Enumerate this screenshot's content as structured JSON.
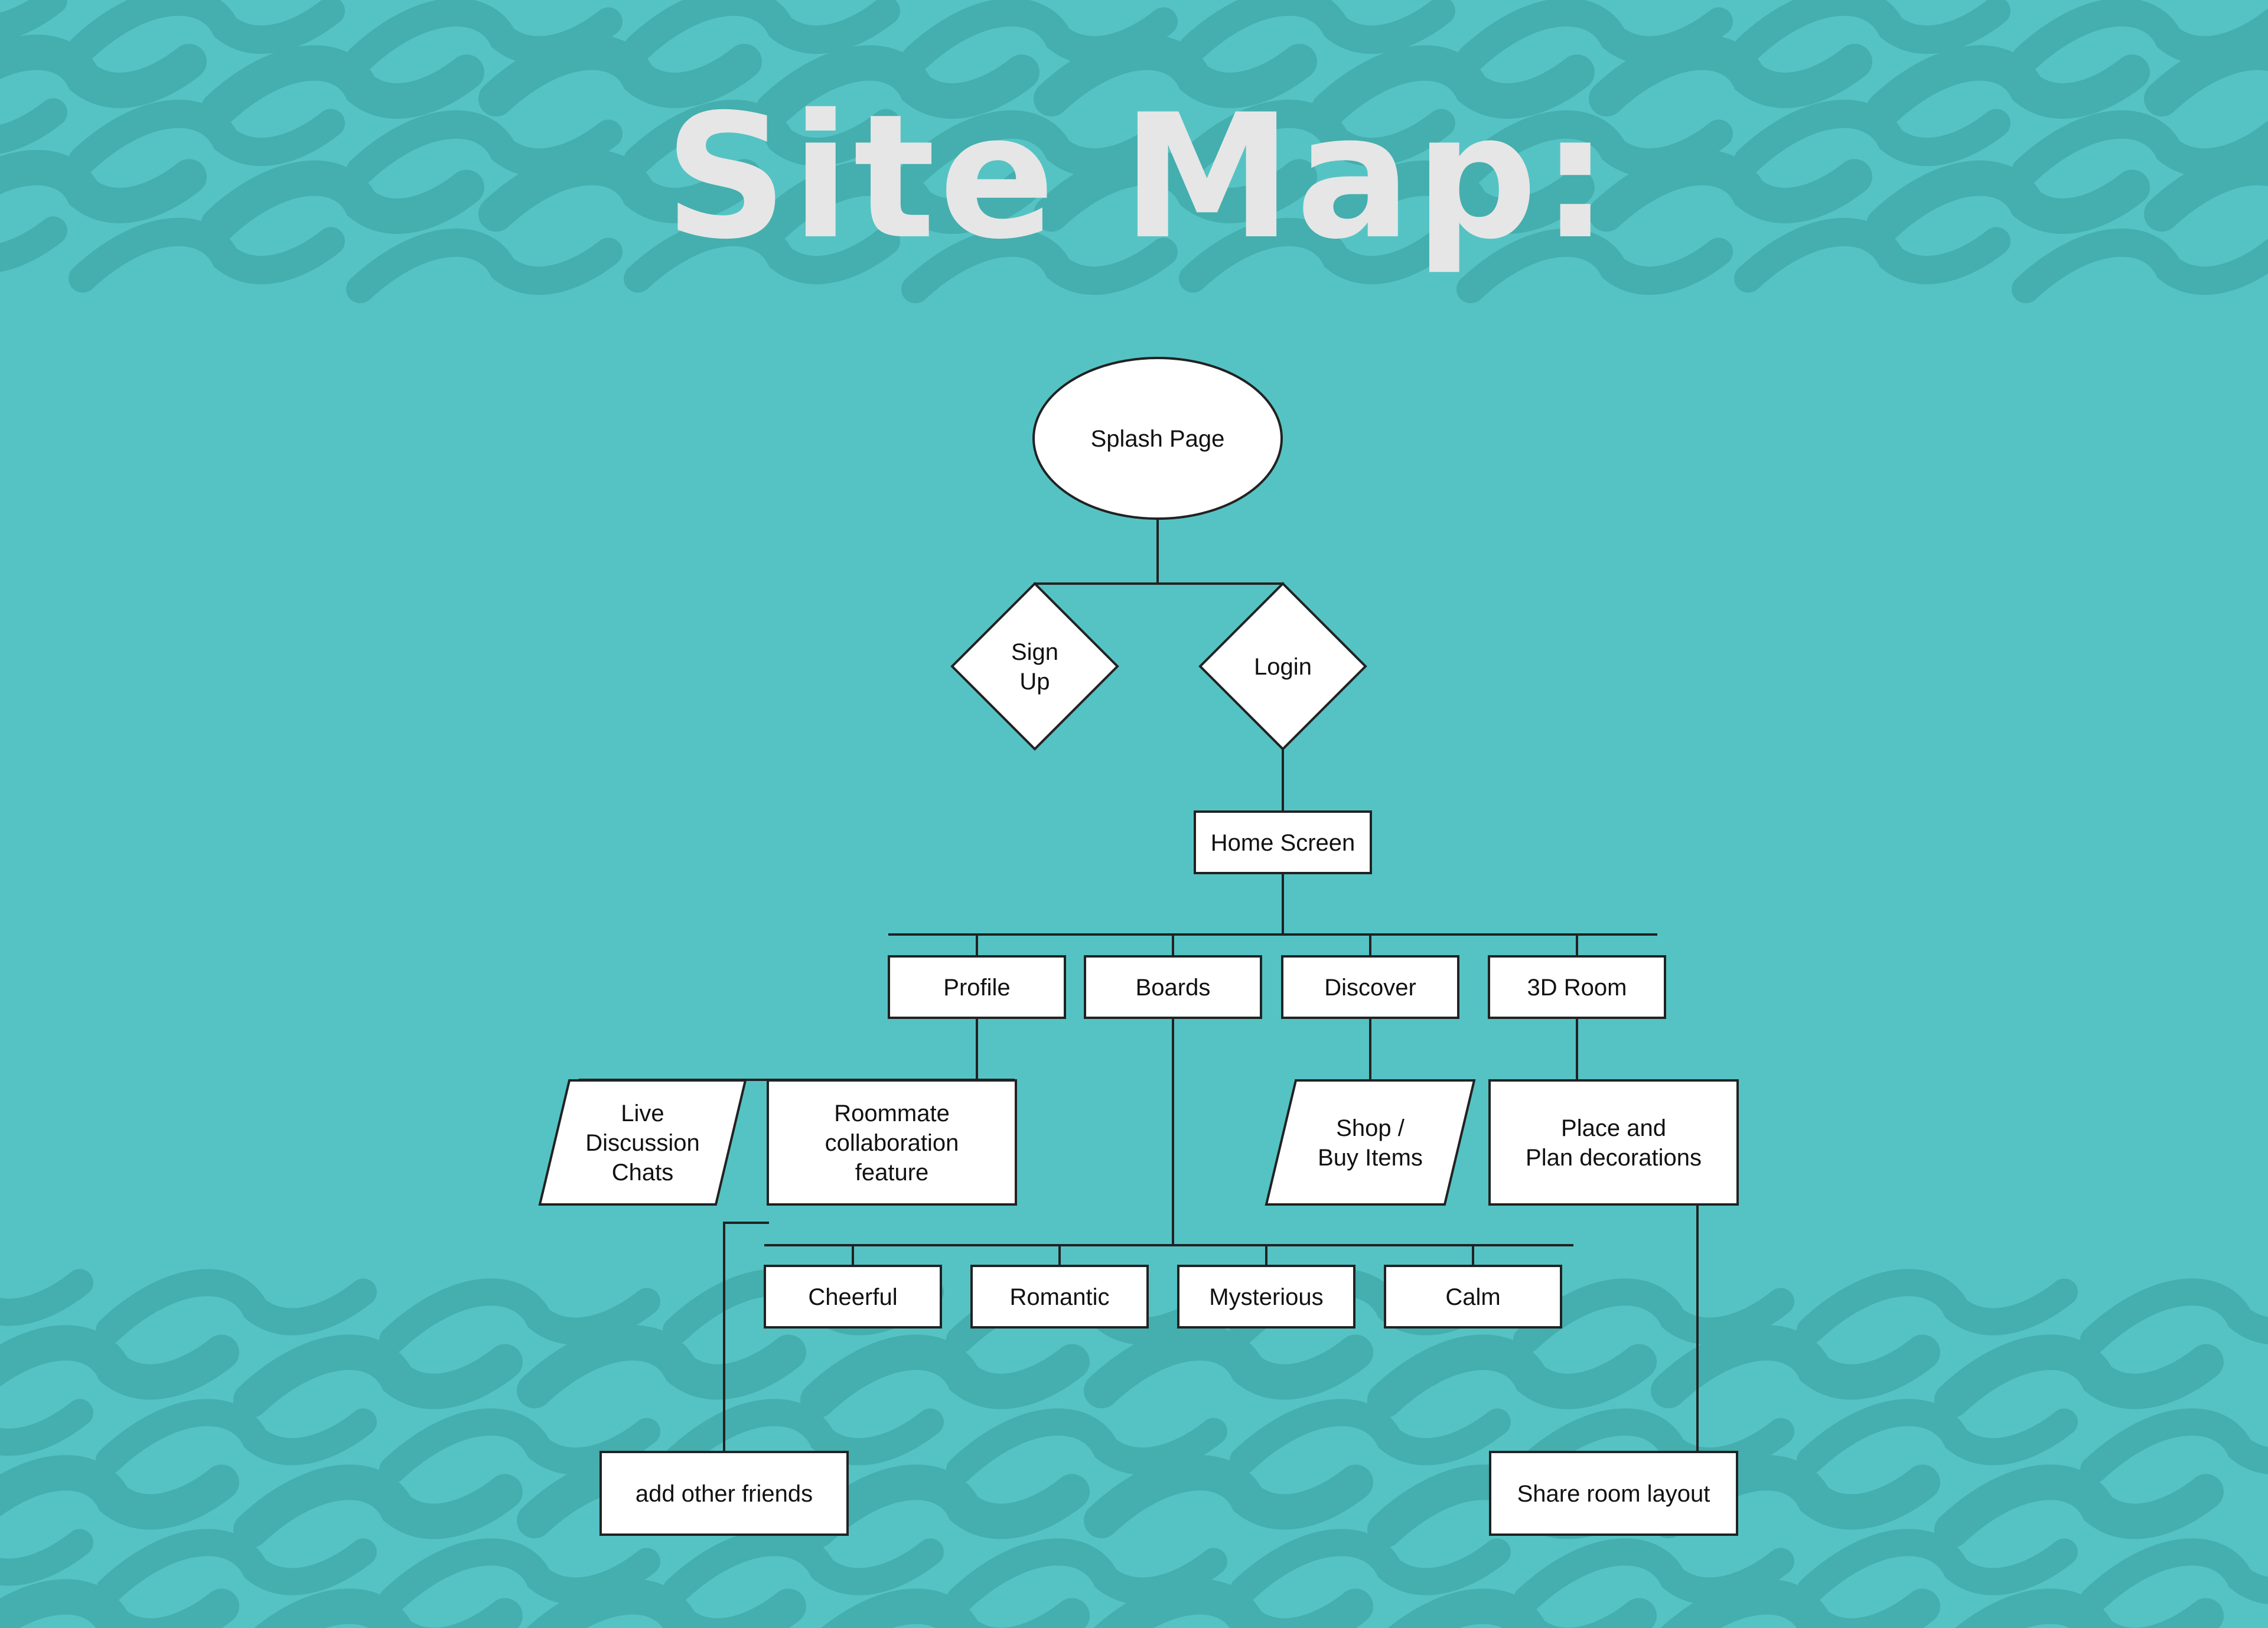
{
  "title": "Site Map:",
  "colors": {
    "background": "#55c3c4",
    "wave": "#45aeae",
    "title": "#e6e6e6",
    "node_fill": "#ffffff",
    "line": "#222222"
  },
  "nodes": {
    "splash": {
      "lines": [
        "Splash Page"
      ],
      "shape": "ellipse"
    },
    "signup": {
      "lines": [
        "Sign",
        "Up"
      ],
      "shape": "diamond"
    },
    "login": {
      "lines": [
        "Login"
      ],
      "shape": "diamond"
    },
    "home": {
      "lines": [
        "Home Screen"
      ],
      "shape": "rect"
    },
    "profile": {
      "lines": [
        "Profile"
      ],
      "shape": "rect"
    },
    "boards": {
      "lines": [
        "Boards"
      ],
      "shape": "rect"
    },
    "discover": {
      "lines": [
        "Discover"
      ],
      "shape": "rect"
    },
    "room3d": {
      "lines": [
        "3D Room"
      ],
      "shape": "rect"
    },
    "live": {
      "lines": [
        "Live",
        "Discussion",
        "Chats"
      ],
      "shape": "parallelogram"
    },
    "roommate": {
      "lines": [
        "Roommate",
        "collaboration",
        "feature"
      ],
      "shape": "rect"
    },
    "shop": {
      "lines": [
        "Shop /",
        "Buy Items"
      ],
      "shape": "parallelogram"
    },
    "place": {
      "lines": [
        "Place and",
        "Plan decorations"
      ],
      "shape": "rect"
    },
    "cheerful": {
      "lines": [
        "Cheerful"
      ],
      "shape": "rect"
    },
    "romantic": {
      "lines": [
        "Romantic"
      ],
      "shape": "rect"
    },
    "mysterious": {
      "lines": [
        "Mysterious"
      ],
      "shape": "rect"
    },
    "calm": {
      "lines": [
        "Calm"
      ],
      "shape": "rect"
    },
    "friends": {
      "lines": [
        "add other friends"
      ],
      "shape": "rect"
    },
    "share": {
      "lines": [
        "Share room layout"
      ],
      "shape": "rect"
    }
  },
  "edges": [
    [
      "splash",
      "signup"
    ],
    [
      "splash",
      "login"
    ],
    [
      "login",
      "home"
    ],
    [
      "home",
      "profile"
    ],
    [
      "home",
      "boards"
    ],
    [
      "home",
      "discover"
    ],
    [
      "home",
      "room3d"
    ],
    [
      "profile",
      "live"
    ],
    [
      "profile",
      "roommate"
    ],
    [
      "discover",
      "shop"
    ],
    [
      "room3d",
      "place"
    ],
    [
      "boards",
      "cheerful"
    ],
    [
      "boards",
      "romantic"
    ],
    [
      "boards",
      "mysterious"
    ],
    [
      "boards",
      "calm"
    ],
    [
      "live",
      "friends"
    ],
    [
      "place",
      "share"
    ]
  ]
}
